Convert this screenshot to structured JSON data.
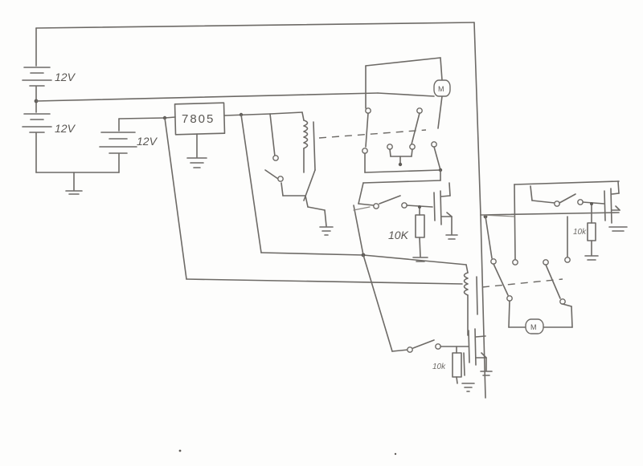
{
  "labels": {
    "battery_top": "12V",
    "battery_bottom": "12V",
    "battery_aux": "12V",
    "regulator": "7805",
    "resistor_relay1": "10K",
    "resistor_relay2": "10k",
    "resistor_relay3": "10k",
    "motor_top": "M",
    "motor_bottom": "M"
  },
  "colors": {
    "paper": "#fdfdfc",
    "pencil": "#6d6a66"
  }
}
